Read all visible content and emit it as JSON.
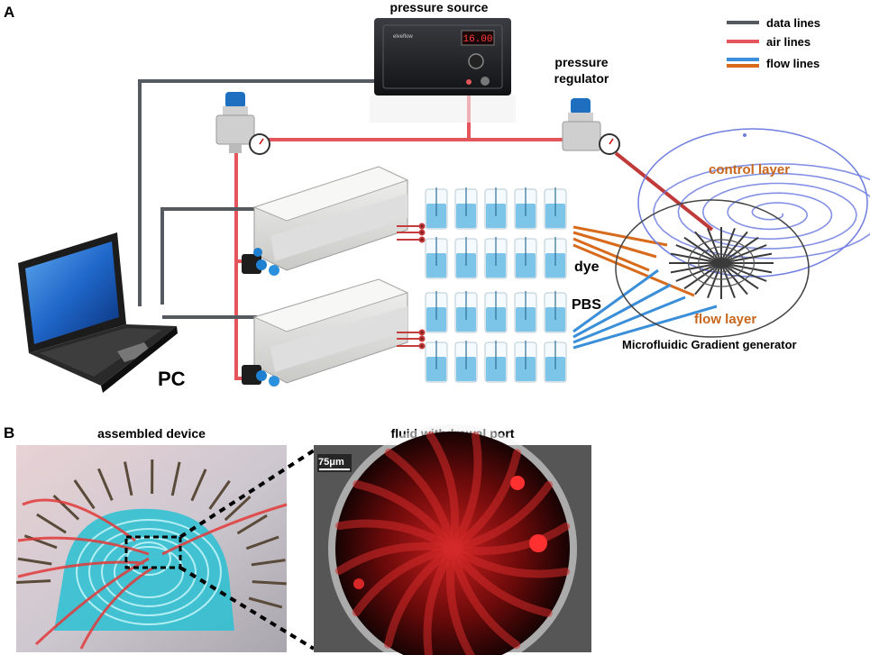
{
  "panel_a": {
    "letter": "A",
    "pressure_source_label": "pressure source",
    "pressure_source_display": "16.00",
    "pressure_regulator_label": [
      "pressure",
      "regulator"
    ],
    "pc_label": "PC",
    "dye_label": "dye",
    "pbs_label": "PBS",
    "control_layer_label": "control layer",
    "flow_layer_label": "flow layer",
    "device_label": "Microfluidic Gradient generator",
    "legend": [
      {
        "label": "data lines",
        "color": "#555a60"
      },
      {
        "label": "air lines",
        "color": "#e5555c"
      },
      {
        "label": "flow lines",
        "colors": [
          "#3b8fd9",
          "#d86a1c"
        ]
      }
    ]
  },
  "panel_b": {
    "letter": "B",
    "assembled_label": "assembled device",
    "port_label": "fluid withdrawal port",
    "scale_label": "75μm"
  },
  "colors": {
    "data": "#555a60",
    "air": "#e5555c",
    "flow_blue": "#3b8fd9",
    "flow_orange": "#d86a1c",
    "label_orange": "#c7661c",
    "control_blue": "#6f7ee0",
    "water": "#7cc4e8",
    "cyan_device": "#2ec4d4"
  }
}
